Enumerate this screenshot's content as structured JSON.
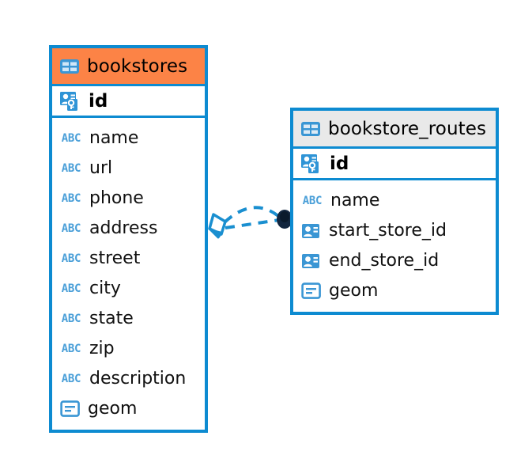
{
  "diagram": {
    "type": "entity-relationship-diagram",
    "background": "#ffffff",
    "accent_color": "#0d8bd1",
    "highlight_color": "#fc8346",
    "header_grey": "#e9e9e9",
    "icon_blue": "#4a9fd8",
    "relationship_endpoint_color": "#12263f"
  },
  "tables": [
    {
      "name": "bookstores",
      "header_icon": "table-icon",
      "header_style": "orange",
      "primary_key": {
        "label": "id",
        "icon": "primary-key-icon"
      },
      "fields": [
        {
          "label": "name",
          "icon": "abc-text-icon"
        },
        {
          "label": "url",
          "icon": "abc-text-icon"
        },
        {
          "label": "phone",
          "icon": "abc-text-icon"
        },
        {
          "label": "address",
          "icon": "abc-text-icon"
        },
        {
          "label": "street",
          "icon": "abc-text-icon"
        },
        {
          "label": "city",
          "icon": "abc-text-icon"
        },
        {
          "label": "state",
          "icon": "abc-text-icon"
        },
        {
          "label": "zip",
          "icon": "abc-text-icon"
        },
        {
          "label": "description",
          "icon": "abc-text-icon"
        },
        {
          "label": "geom",
          "icon": "geometry-icon"
        }
      ]
    },
    {
      "name": "bookstore_routes",
      "header_icon": "table-icon",
      "header_style": "grey",
      "primary_key": {
        "label": "id",
        "icon": "primary-key-icon"
      },
      "fields": [
        {
          "label": "name",
          "icon": "abc-text-icon"
        },
        {
          "label": "start_store_id",
          "icon": "foreign-key-icon"
        },
        {
          "label": "end_store_id",
          "icon": "foreign-key-icon"
        },
        {
          "label": "geom",
          "icon": "geometry-icon"
        }
      ]
    }
  ],
  "relationship": {
    "source_table": "bookstores",
    "target_table": "bookstore_routes",
    "line_style": "dashed",
    "source_marker": "diamond-marker",
    "target_marker": "filled-circle-marker"
  },
  "icon_glyphs": {
    "abc_text": "ABC"
  }
}
